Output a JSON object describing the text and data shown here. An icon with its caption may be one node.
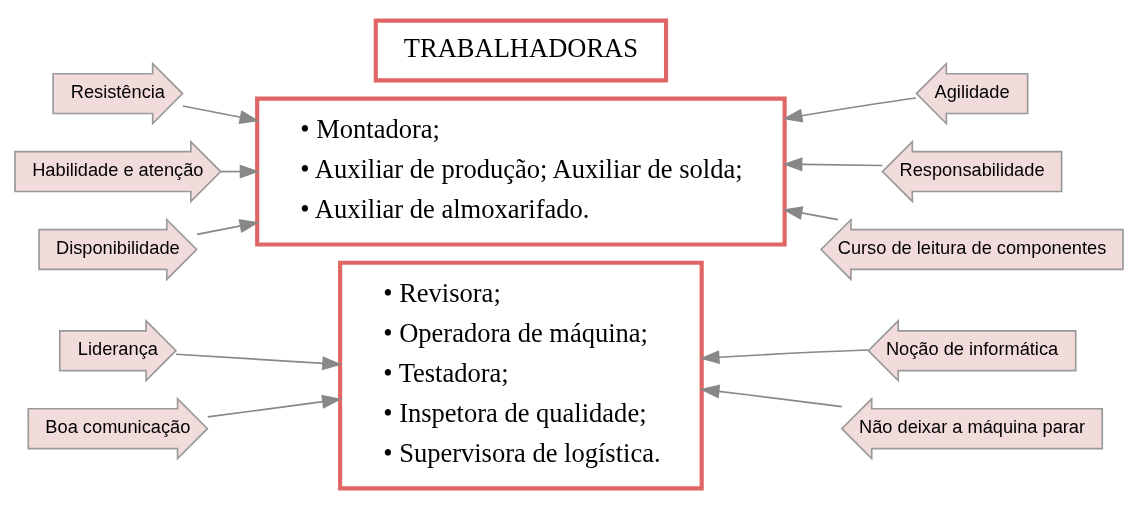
{
  "diagram": {
    "nodes": [
      {
        "text": [
          "TRABALHADORAS"
        ]
      },
      {
        "text": [
          "Resistência"
        ]
      },
      {
        "text": [
          "• Montadora;",
          "• Auxiliar de produção; Auxiliar de solda;",
          "• Auxiliar de almoxarifado."
        ]
      },
      {
        "text": [
          "Agilidade"
        ]
      },
      {
        "text": [
          "Habilidade e atenção"
        ]
      },
      {
        "text": [
          "Responsabilidade"
        ]
      },
      {
        "text": [
          "Disponibilidade"
        ]
      },
      {
        "text": [
          "Curso de leitura de componentes"
        ]
      },
      {
        "text": [
          "Liderança"
        ]
      },
      {
        "text": [
          "• Revisora;",
          "• Operadora de máquina;",
          "• Testadora;",
          "• Inspetora de qualidade;",
          "• Supervisora de logística."
        ]
      },
      {
        "text": [
          "Noção de informática"
        ]
      },
      {
        "text": [
          "Boa comunicação"
        ]
      },
      {
        "text": [
          "Não deixar a máquina parar"
        ]
      }
    ],
    "edges": [
      {
        "from": 1,
        "to": 2,
        "arrow": "to"
      },
      {
        "from": 4,
        "to": 2,
        "arrow": "to"
      },
      {
        "from": 6,
        "to": 2,
        "arrow": "to"
      },
      {
        "from": 3,
        "to": 2,
        "arrow": "to"
      },
      {
        "from": 5,
        "to": 2,
        "arrow": "to"
      },
      {
        "from": 7,
        "to": 2,
        "arrow": "to"
      },
      {
        "from": 8,
        "to": 9,
        "arrow": "to"
      },
      {
        "from": 11,
        "to": 9,
        "arrow": "to"
      },
      {
        "from": 10,
        "to": 9,
        "arrow": "to"
      },
      {
        "from": 12,
        "to": 9,
        "arrow": "to"
      }
    ]
  }
}
